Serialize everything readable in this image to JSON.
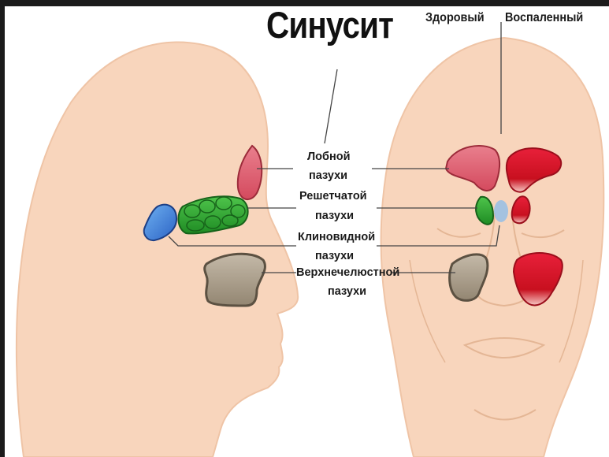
{
  "title": "Синусит",
  "legend": {
    "healthy": "Здоровый",
    "inflamed": "Воспаленный"
  },
  "sinuses": [
    {
      "name": "Лобной",
      "suffix": "пазухи",
      "color": "#d3465a"
    },
    {
      "name": "Решетчатой",
      "suffix": "пазухи",
      "color": "#2da12d"
    },
    {
      "name": "Клиновидной",
      "suffix": "пазухи",
      "color": "#3a7fd8"
    },
    {
      "name": "Верхнечелюстной",
      "suffix": "пазухи",
      "color": "#9a8f7d"
    }
  ],
  "colors": {
    "skin": "#f8d5bc",
    "skin_line": "#e7b99a",
    "healthy_red": "#d75a6a",
    "inflamed_red": "#d8192b",
    "background": "#ffffff"
  }
}
